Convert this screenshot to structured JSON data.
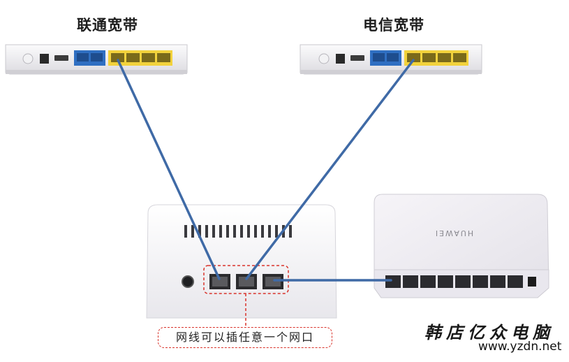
{
  "labels": {
    "unicom_broadband": "联通宽带",
    "telecom_broadband": "电信宽带",
    "port_note": "网线可以插任意一个网口"
  },
  "switch_brand": "HUAWEI",
  "watermark": {
    "chinese": "韩店亿众电脑",
    "url": "www.yzdn.net"
  },
  "colors": {
    "cable": "#3f6aa6",
    "wan_port_blue": "#2f6fc2",
    "lan_port_yellow": "#f2d23c",
    "dashed_red": "#d9332b",
    "device_white": "#f4f3f6"
  }
}
